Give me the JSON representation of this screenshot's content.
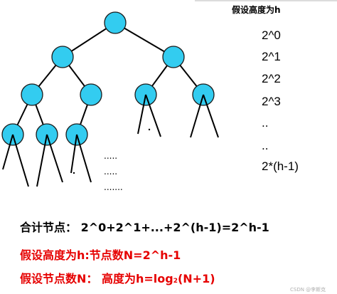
{
  "header": {
    "title": "假设高度为h"
  },
  "powers": [
    "2^0",
    "2^1",
    "2^2",
    "2^3",
    "..",
    "..",
    "2*(h-1)"
  ],
  "tree": {
    "ellipsis": [
      ".....",
      ".....",
      "......."
    ]
  },
  "summary": {
    "line": "合计节点：  2^0+2^1+...+2^(h-1)=2^h-1"
  },
  "red_lines": {
    "line1": "假设高度为h:节点数N=2^h-1",
    "line2_prefix": "假设节点数N：  高度为h=log",
    "line2_sub": "2",
    "line2_suffix": "(N+1)"
  },
  "watermark": "CSDN @李斯克",
  "colors": {
    "node_fill": "#33ccf0",
    "node_stroke": "#1a1a1a",
    "edge": "#000000",
    "accent_red": "#e60000"
  }
}
